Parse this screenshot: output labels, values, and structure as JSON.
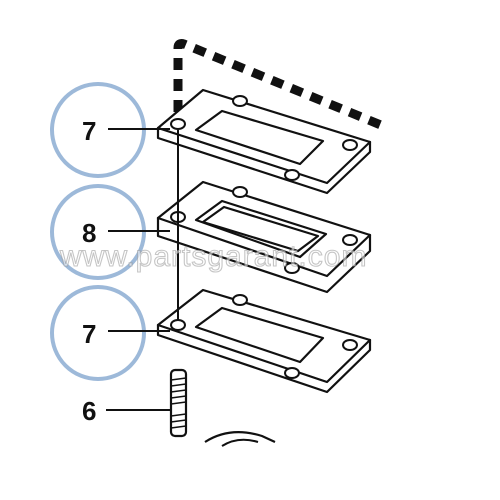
{
  "callouts": [
    {
      "label": "7",
      "circled": true
    },
    {
      "label": "8",
      "circled": true
    },
    {
      "label": "7",
      "circled": true
    },
    {
      "label": "6",
      "circled": false
    }
  ],
  "watermark": "www.partsgarant.com",
  "colors": {
    "callout_ring": "#9db9d9",
    "line": "#111111",
    "background": "#ffffff"
  }
}
